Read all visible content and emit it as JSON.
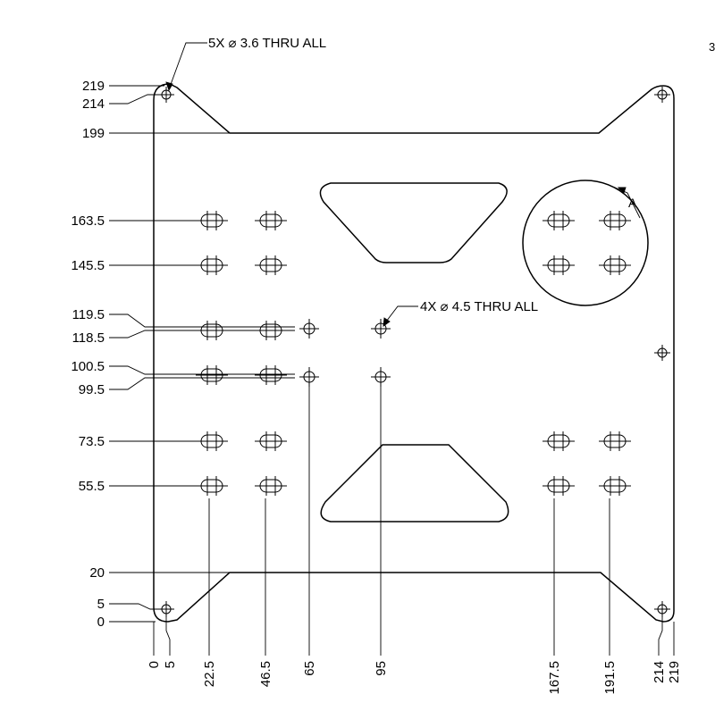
{
  "drawing": {
    "y_labels": [
      "219",
      "214",
      "199",
      "163.5",
      "145.5",
      "119.5",
      "118.5",
      "100.5",
      "99.5",
      "73.5",
      "55.5",
      "20",
      "5",
      "0"
    ],
    "x_labels": [
      "0",
      "5",
      "22.5",
      "46.5",
      "65",
      "95",
      "167.5",
      "191.5",
      "214",
      "219"
    ],
    "callout_top_hole": "5X ⌀ 3.6 THRU ALL",
    "callout_mid_hole": "4X ⌀ 4.5 THRU ALL",
    "detail_label": "A",
    "edge_glyph": "3"
  }
}
